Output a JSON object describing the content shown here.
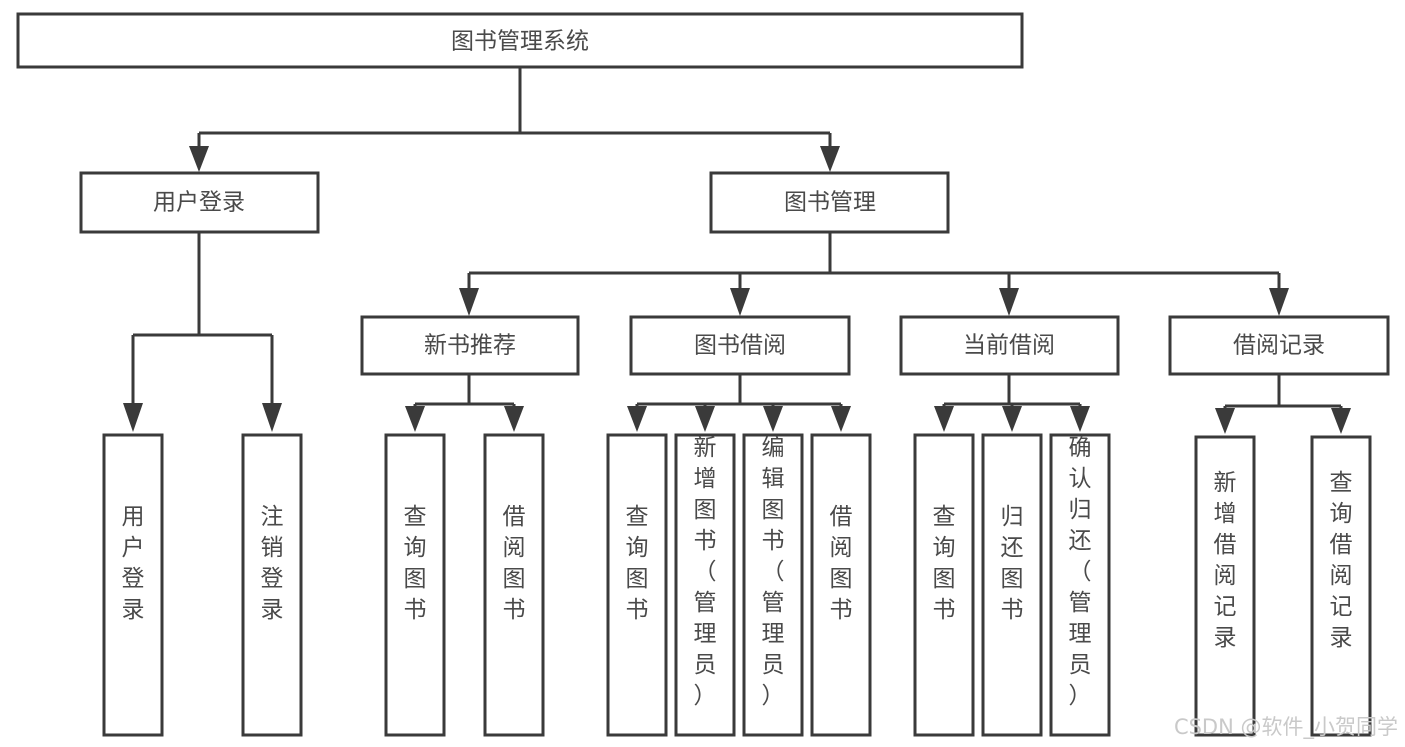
{
  "diagram": {
    "type": "tree-hierarchy",
    "title": "图书管理系统",
    "orientation": "top-down",
    "colors": {
      "background": "#ffffff",
      "box_fill": "#ffffff",
      "box_stroke": "#3a3a3a",
      "connector": "#3a3a3a",
      "label_text": "#4a4a4a",
      "watermark": "#c9c9c9"
    },
    "root": {
      "label": "图书管理系统"
    },
    "level2": [
      {
        "label": "用户登录"
      },
      {
        "label": "图书管理"
      }
    ],
    "level3": [
      {
        "label": "新书推荐"
      },
      {
        "label": "图书借阅"
      },
      {
        "label": "当前借阅"
      },
      {
        "label": "借阅记录"
      }
    ],
    "leaves": {
      "user_login": [
        {
          "label": "用户登录"
        },
        {
          "label": "注销登录"
        }
      ],
      "new_book_recommend": [
        {
          "label": "查询图书"
        },
        {
          "label": "借阅图书"
        }
      ],
      "book_borrow": [
        {
          "label": "查询图书"
        },
        {
          "label": "新增图书（管理员）"
        },
        {
          "label": "编辑图书（管理员）"
        },
        {
          "label": "借阅图书"
        }
      ],
      "current_borrow": [
        {
          "label": "查询图书"
        },
        {
          "label": "归还图书"
        },
        {
          "label": "确认归还（管理员）"
        }
      ],
      "borrow_record": [
        {
          "label": "新增借阅记录"
        },
        {
          "label": "查询借阅记录"
        }
      ]
    }
  },
  "watermark": {
    "text": "CSDN @软件_小贺同学"
  }
}
